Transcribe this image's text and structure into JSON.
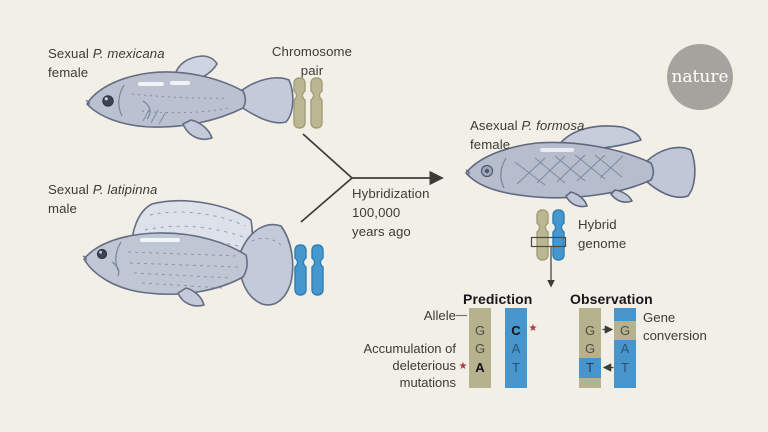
{
  "logo": {
    "text": "nature",
    "circle_color": "#a6a39e",
    "text_color": "#ffffff"
  },
  "colors": {
    "background": "#f2efe7",
    "chromosome_tan": "#bcb793",
    "chromosome_blue": "#4697ce",
    "column_tan": "#b7b28e",
    "column_blue": "#4795cb",
    "star_red": "#ae3a42",
    "fish_body": "#bac1d0",
    "text": "#3c3b37"
  },
  "fish1": {
    "label_prefix": "Sexual ",
    "label_species": "P. mexicana",
    "label_line2": "female"
  },
  "fish2": {
    "label_prefix": "Sexual ",
    "label_species": "P. latipinna",
    "label_line2": "male"
  },
  "fish3": {
    "label_prefix": "Asexual ",
    "label_species": "P. formosa",
    "label_line2": "female"
  },
  "chromosome_pair_label": "Chromosome pair",
  "hybridization": {
    "lines": [
      "Hybridization",
      "100,000",
      "years ago"
    ]
  },
  "hybrid_genome_label": "Hybrid genome",
  "prediction": {
    "heading": "Prediction",
    "allele_label": "Allele",
    "accumulation_label": "Accumulation of deleterious mutations",
    "col1": {
      "letters": [
        "G",
        "G",
        "A"
      ]
    },
    "col2": {
      "letters": [
        "C",
        "A",
        "T"
      ]
    }
  },
  "observation": {
    "heading": "Observation",
    "gene_conversion_label": "Gene conversion",
    "col1": {
      "letters": [
        "G",
        "G",
        "T"
      ]
    },
    "col2": {
      "letters": [
        "G",
        "A",
        "T"
      ]
    }
  },
  "mutation_star": "★"
}
